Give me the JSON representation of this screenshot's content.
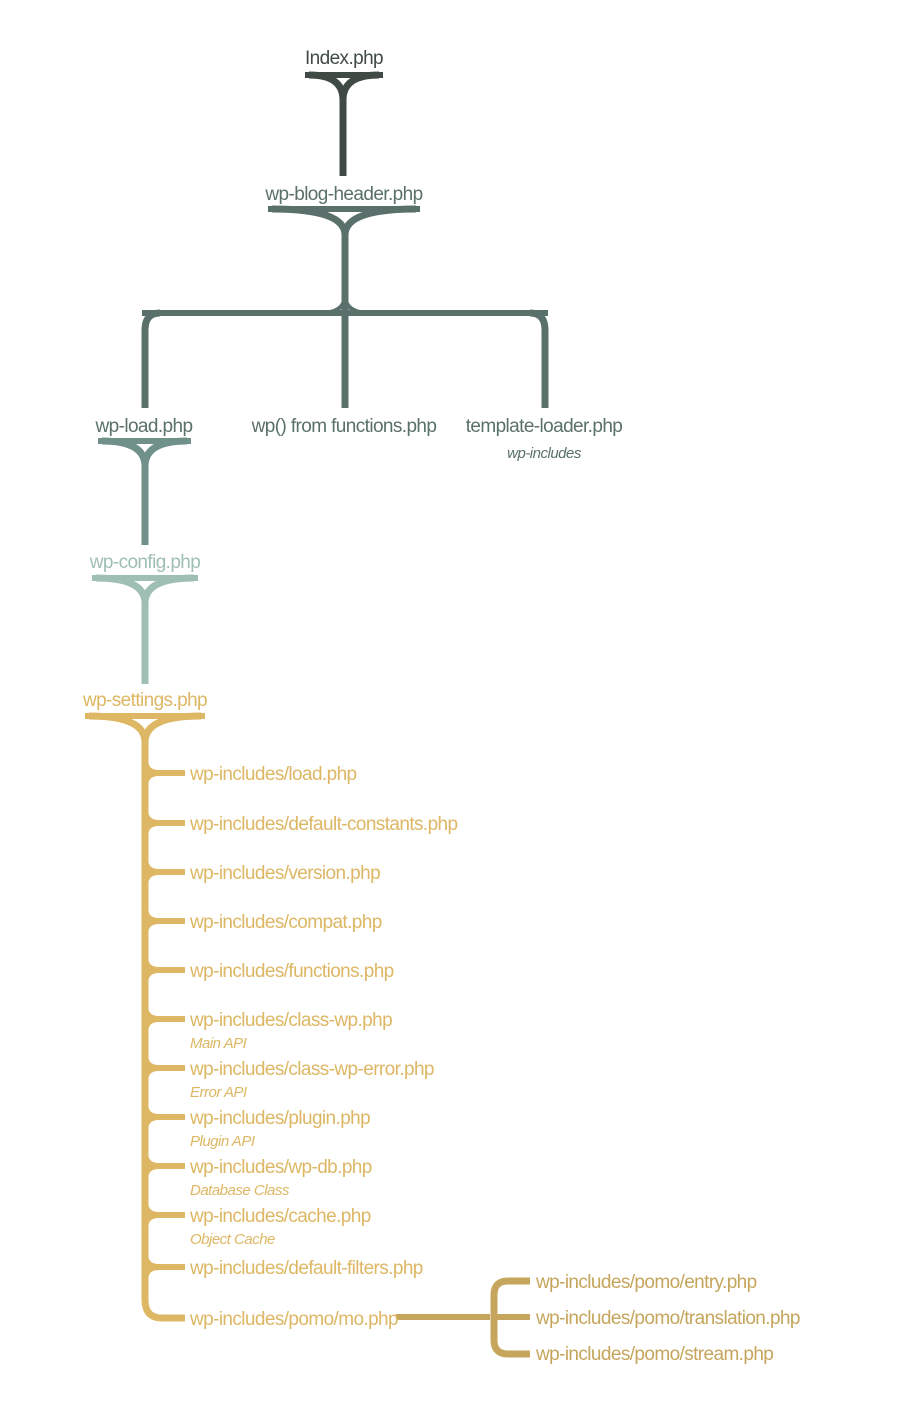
{
  "colors": {
    "dark": "#3f4a45",
    "slate": "#5a706a",
    "teal": "#6f9189",
    "pale": "#9fbeb4",
    "gold": "#ddb764",
    "gold_dark": "#c6a55c"
  },
  "nodes": {
    "index": "Index.php",
    "blog_header": "wp-blog-header.php",
    "wp_load": "wp-load.php",
    "wp_functions": "wp() from functions.php",
    "template_loader": "template-loader.php",
    "template_loader_note": "wp-includes",
    "wp_config": "wp-config.php",
    "wp_settings": "wp-settings.php"
  },
  "settings_includes": [
    {
      "file": "wp-includes/load.php",
      "note": ""
    },
    {
      "file": "wp-includes/default-constants.php",
      "note": ""
    },
    {
      "file": "wp-includes/version.php",
      "note": ""
    },
    {
      "file": "wp-includes/compat.php",
      "note": ""
    },
    {
      "file": "wp-includes/functions.php",
      "note": ""
    },
    {
      "file": "wp-includes/class-wp.php",
      "note": "Main API"
    },
    {
      "file": "wp-includes/class-wp-error.php",
      "note": "Error API"
    },
    {
      "file": "wp-includes/plugin.php",
      "note": "Plugin API"
    },
    {
      "file": "wp-includes/wp-db.php",
      "note": "Database Class"
    },
    {
      "file": "wp-includes/cache.php",
      "note": "Object Cache"
    },
    {
      "file": "wp-includes/default-filters.php",
      "note": ""
    },
    {
      "file": "wp-includes/pomo/mo.php",
      "note": ""
    }
  ],
  "pomo_includes": [
    "wp-includes/pomo/entry.php",
    "wp-includes/pomo/translation.php",
    "wp-includes/pomo/stream.php"
  ]
}
